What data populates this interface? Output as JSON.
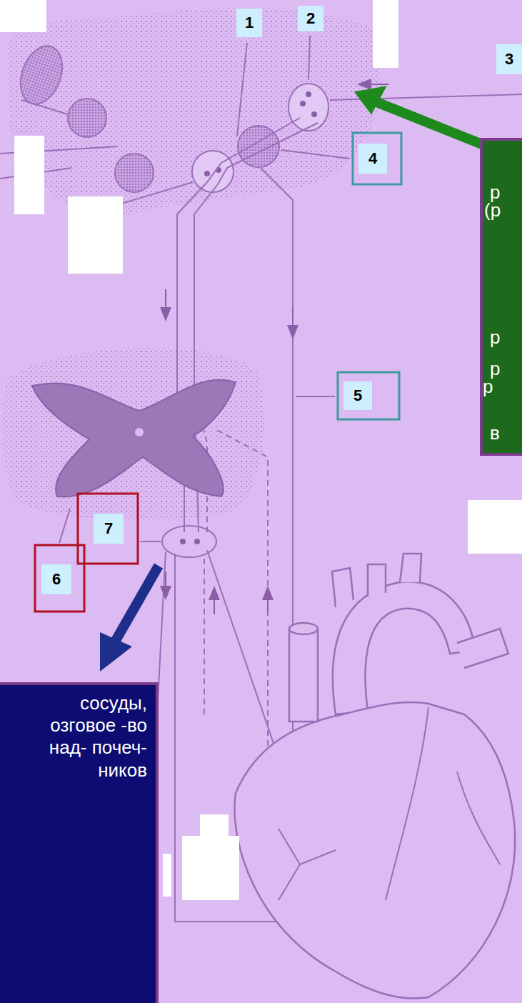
{
  "diagram": {
    "nodes": [
      {
        "text": [
          "р",
          "(р",
          "р",
          "р",
          "р",
          "в"
        ]
      },
      {
        "text": [
          "сосуды, озговое -во над- почеч- ников"
        ]
      }
    ],
    "labels": [
      "1",
      "2",
      "3",
      "4",
      "5",
      "6",
      "7"
    ]
  }
}
